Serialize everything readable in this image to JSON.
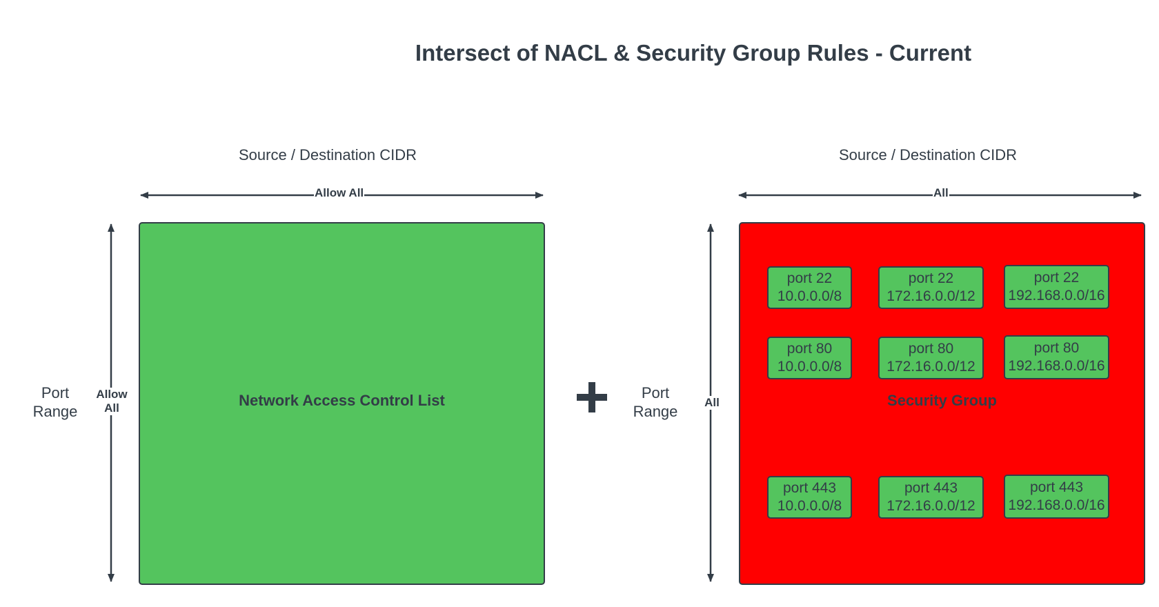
{
  "title": "Intersect of NACL & Security Group Rules - Current",
  "colors": {
    "allow": "#54c45e",
    "deny": "#ff0000",
    "ink": "#333d47"
  },
  "operator_icon": "plus-icon",
  "nacl": {
    "x_axis_title": "Source / Destination CIDR",
    "x_arrow_label": "Allow All",
    "y_axis_title_line1": "Port",
    "y_axis_title_line2": "Range",
    "y_arrow_label_line1": "Allow",
    "y_arrow_label_line2": "All",
    "label": "Network Access Control List"
  },
  "security_group": {
    "x_axis_title": "Source / Destination CIDR",
    "x_arrow_label": "All",
    "y_axis_title_line1": "Port",
    "y_axis_title_line2": "Range",
    "y_arrow_label": "All",
    "label": "Security Group",
    "rules": [
      {
        "port": "port 22",
        "cidr": "10.0.0.0/8"
      },
      {
        "port": "port 22",
        "cidr": "172.16.0.0/12"
      },
      {
        "port": "port 22",
        "cidr": "192.168.0.0/16"
      },
      {
        "port": "port 80",
        "cidr": "10.0.0.0/8"
      },
      {
        "port": "port 80",
        "cidr": "172.16.0.0/12"
      },
      {
        "port": "port 80",
        "cidr": "192.168.0.0/16"
      },
      {
        "port": "port 443",
        "cidr": "10.0.0.0/8"
      },
      {
        "port": "port 443",
        "cidr": "172.16.0.0/12"
      },
      {
        "port": "port 443",
        "cidr": "192.168.0.0/16"
      }
    ]
  }
}
